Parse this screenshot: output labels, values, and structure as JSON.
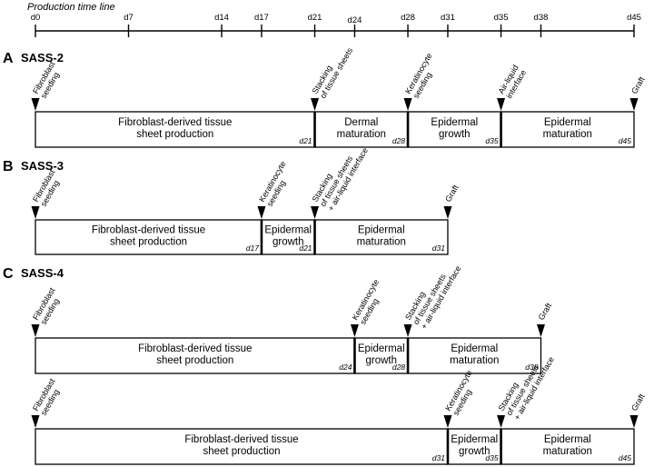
{
  "timeline": {
    "title": "Production time line",
    "ticks": [
      {
        "label": "d0",
        "day": 0
      },
      {
        "label": "d7",
        "day": 7
      },
      {
        "label": "d14",
        "day": 14
      },
      {
        "label": "d17",
        "day": 17
      },
      {
        "label": "d21",
        "day": 21
      },
      {
        "label": "d24",
        "day": 24
      },
      {
        "label": "d28",
        "day": 28
      },
      {
        "label": "d31",
        "day": 31
      },
      {
        "label": "d35",
        "day": 35
      },
      {
        "label": "d38",
        "day": 38
      },
      {
        "label": "d45",
        "day": 45
      }
    ]
  },
  "panels": [
    {
      "letter": "A",
      "name": "SASS-2",
      "rows": [
        {
          "events": [
            {
              "day": 0,
              "lines": [
                "Fibroblast",
                "seeding"
              ]
            },
            {
              "day": 21,
              "lines": [
                "Stacking",
                "of tissue sheets"
              ]
            },
            {
              "day": 28,
              "lines": [
                "Keratinocyte",
                "seeding"
              ]
            },
            {
              "day": 35,
              "lines": [
                "Air-liquid",
                "interface"
              ]
            },
            {
              "day": 45,
              "lines": [
                "Graft"
              ]
            }
          ],
          "segments": [
            {
              "start": 0,
              "end": 21,
              "lines": [
                "Fibroblast-derived tissue",
                "sheet production"
              ],
              "end_label": "d21"
            },
            {
              "start": 21,
              "end": 28,
              "lines": [
                "Dermal",
                "maturation"
              ],
              "end_label": "d28"
            },
            {
              "start": 28,
              "end": 35,
              "lines": [
                "Epidermal",
                "growth"
              ],
              "end_label": "d35"
            },
            {
              "start": 35,
              "end": 45,
              "lines": [
                "Epidermal",
                "maturation"
              ],
              "end_label": "d45"
            }
          ]
        }
      ]
    },
    {
      "letter": "B",
      "name": "SASS-3",
      "rows": [
        {
          "events": [
            {
              "day": 0,
              "lines": [
                "Fibroblast",
                "seeding"
              ]
            },
            {
              "day": 17,
              "lines": [
                "Keratinocyte",
                "seeding"
              ]
            },
            {
              "day": 21,
              "lines": [
                "Stacking",
                "of tissue sheets",
                "+ air-liquid interface"
              ]
            },
            {
              "day": 31,
              "lines": [
                "Graft"
              ]
            }
          ],
          "segments": [
            {
              "start": 0,
              "end": 17,
              "lines": [
                "Fibroblast-derived tissue",
                "sheet production"
              ],
              "end_label": "d17"
            },
            {
              "start": 17,
              "end": 21,
              "lines": [
                "Epidermal",
                "growth"
              ],
              "end_label": "d21"
            },
            {
              "start": 21,
              "end": 31,
              "lines": [
                "Epidermal",
                "maturation"
              ],
              "end_label": "d31"
            }
          ]
        }
      ]
    },
    {
      "letter": "C",
      "name": "SASS-4",
      "rows": [
        {
          "events": [
            {
              "day": 0,
              "lines": [
                "Fibroblast",
                "seeding"
              ]
            },
            {
              "day": 24,
              "lines": [
                "Keratinocyte",
                "seeding"
              ]
            },
            {
              "day": 28,
              "lines": [
                "Stacking",
                "of tissue sheets",
                "+ air-liquid interface"
              ]
            },
            {
              "day": 38,
              "lines": [
                "Graft"
              ]
            }
          ],
          "segments": [
            {
              "start": 0,
              "end": 24,
              "lines": [
                "Fibroblast-derived tissue",
                "sheet production"
              ],
              "end_label": "d24"
            },
            {
              "start": 24,
              "end": 28,
              "lines": [
                "Epidermal",
                "growth"
              ],
              "end_label": "d28"
            },
            {
              "start": 28,
              "end": 38,
              "lines": [
                "Epidermal",
                "maturation"
              ],
              "end_label": "d38"
            }
          ]
        },
        {
          "events": [
            {
              "day": 0,
              "lines": [
                "Fibroblast",
                "seeding"
              ]
            },
            {
              "day": 31,
              "lines": [
                "Keratinocyte",
                "seeding"
              ]
            },
            {
              "day": 35,
              "lines": [
                "Stacking",
                "of tissue sheets",
                "+ air-liquid interface"
              ]
            },
            {
              "day": 45,
              "lines": [
                "Graft"
              ]
            }
          ],
          "segments": [
            {
              "start": 0,
              "end": 31,
              "lines": [
                "Fibroblast-derived tissue",
                "sheet production"
              ],
              "end_label": "d31"
            },
            {
              "start": 31,
              "end": 35,
              "lines": [
                "Epidermal",
                "growth"
              ],
              "end_label": "d35"
            },
            {
              "start": 35,
              "end": 45,
              "lines": [
                "Epidermal",
                "maturation"
              ],
              "end_label": "d45"
            }
          ]
        }
      ]
    }
  ]
}
